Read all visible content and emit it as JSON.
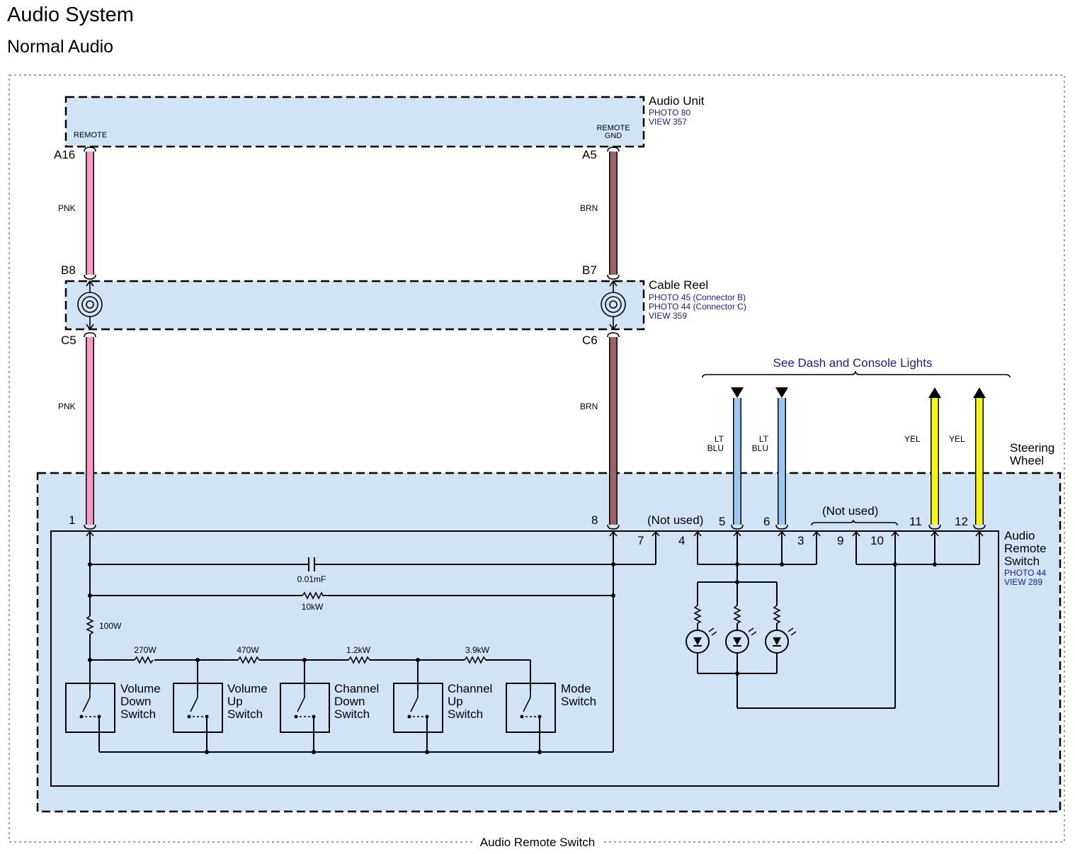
{
  "header": {
    "title": "Audio System",
    "subtitle": "Normal Audio"
  },
  "footer": {
    "label": "Audio Remote Switch"
  },
  "components": {
    "audio_unit": {
      "name": "Audio Unit",
      "refs": [
        "PHOTO 80",
        "VIEW 357"
      ],
      "pin_left_label": "REMOTE",
      "pin_right_label_1": "REMOTE",
      "pin_right_label_2": "GND"
    },
    "cable_reel": {
      "name": "Cable Reel",
      "refs": [
        "PHOTO 45 (Connector B)",
        "PHOTO 44 (Connector C)",
        "VIEW 359"
      ]
    },
    "steering_wheel": {
      "line1": "Steering",
      "line2": "Wheel"
    },
    "audio_remote_switch": {
      "line1": "Audio",
      "line2": "Remote",
      "line3": "Switch",
      "refs": [
        "PHOTO 44",
        "VIEW 289"
      ]
    }
  },
  "connectors": {
    "a16": "A16",
    "a5": "A5",
    "b8": "B8",
    "b7": "B7",
    "c5": "C5",
    "c6": "C6"
  },
  "wires": {
    "pnk": "PNK",
    "brn": "BRN",
    "ltblu_1": "LT",
    "ltblu_2": "BLU",
    "yel": "YEL",
    "colors": {
      "pnk": "#f79ac8",
      "brn": "#9a6464",
      "ltblu": "#9cc7f0",
      "yel": "#f4f41c"
    }
  },
  "see_dash": "See Dash and Console Lights",
  "pins": {
    "p1": "1",
    "p8": "8",
    "p7": "7",
    "p4": "4",
    "p5": "5",
    "p6": "6",
    "p3": "3",
    "p9": "9",
    "p10": "10",
    "p11": "11",
    "p12": "12",
    "not_used_1": "(Not used)",
    "not_used_2": "(Not used)"
  },
  "parts": {
    "capacitor": "0.01mF",
    "r_10k": "10kW",
    "r_100": "100W",
    "r_270": "270W",
    "r_470": "470W",
    "r_1_2k": "1.2kW",
    "r_3_9k": "3.9kW"
  },
  "switches": [
    {
      "line1": "Volume",
      "line2": "Down",
      "line3": "Switch"
    },
    {
      "line1": "Volume",
      "line2": "Up",
      "line3": "Switch"
    },
    {
      "line1": "Channel",
      "line2": "Down",
      "line3": "Switch"
    },
    {
      "line1": "Channel",
      "line2": "Up",
      "line3": "Switch"
    },
    {
      "line1": "Mode",
      "line2": "Switch",
      "line3": ""
    }
  ]
}
